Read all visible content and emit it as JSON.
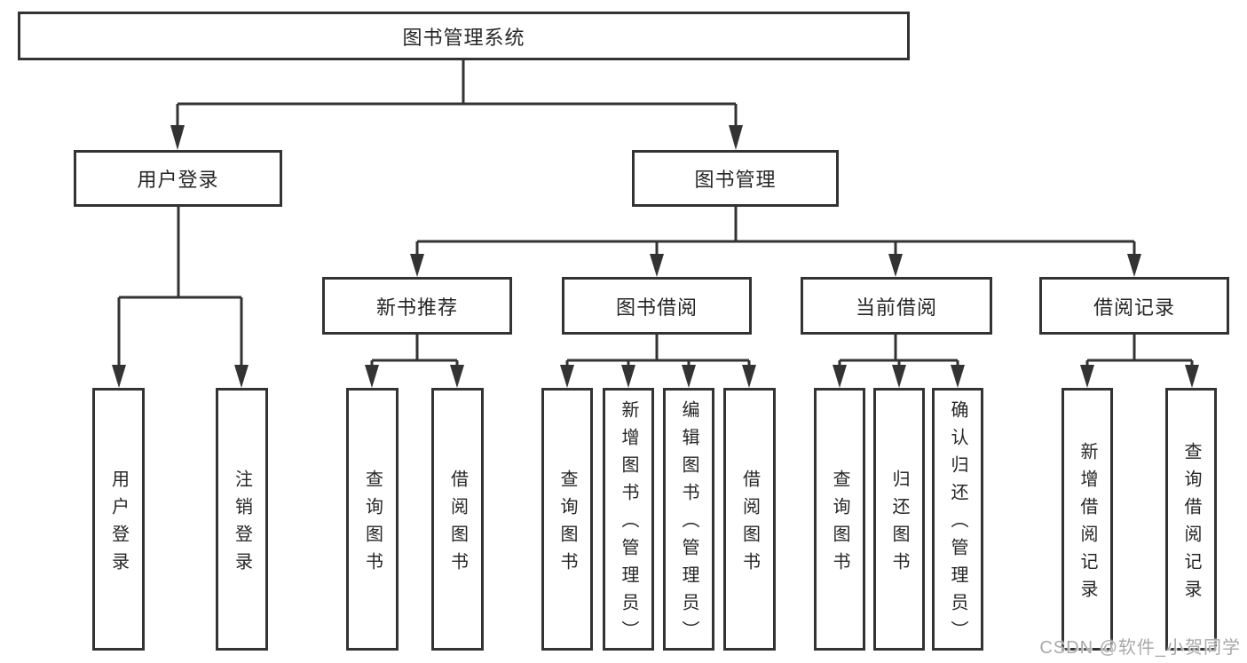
{
  "tree": {
    "label": "图书管理系统",
    "children": [
      {
        "label": "用户登录",
        "children": [
          {
            "label": "用户登录"
          },
          {
            "label": "注销登录"
          }
        ]
      },
      {
        "label": "图书管理",
        "children": [
          {
            "label": "新书推荐",
            "children": [
              {
                "label": "查询图书"
              },
              {
                "label": "借阅图书"
              }
            ]
          },
          {
            "label": "图书借阅",
            "children": [
              {
                "label": "查询图书"
              },
              {
                "label": "新增图书（管理员）"
              },
              {
                "label": "编辑图书（管理员）"
              },
              {
                "label": "借阅图书"
              }
            ]
          },
          {
            "label": "当前借阅",
            "children": [
              {
                "label": "查询图书"
              },
              {
                "label": "归还图书"
              },
              {
                "label": "确认归还（管理员）"
              }
            ]
          },
          {
            "label": "借阅记录",
            "children": [
              {
                "label": "新增借阅记录"
              },
              {
                "label": "查询借阅记录"
              }
            ]
          }
        ]
      }
    ]
  },
  "watermark": "CSDN @软件_小贺同学",
  "colors": {
    "line": "#333333",
    "box_border": "#333333",
    "text": "#262626",
    "watermark": "#a9a9a9",
    "background": "#ffffff"
  }
}
